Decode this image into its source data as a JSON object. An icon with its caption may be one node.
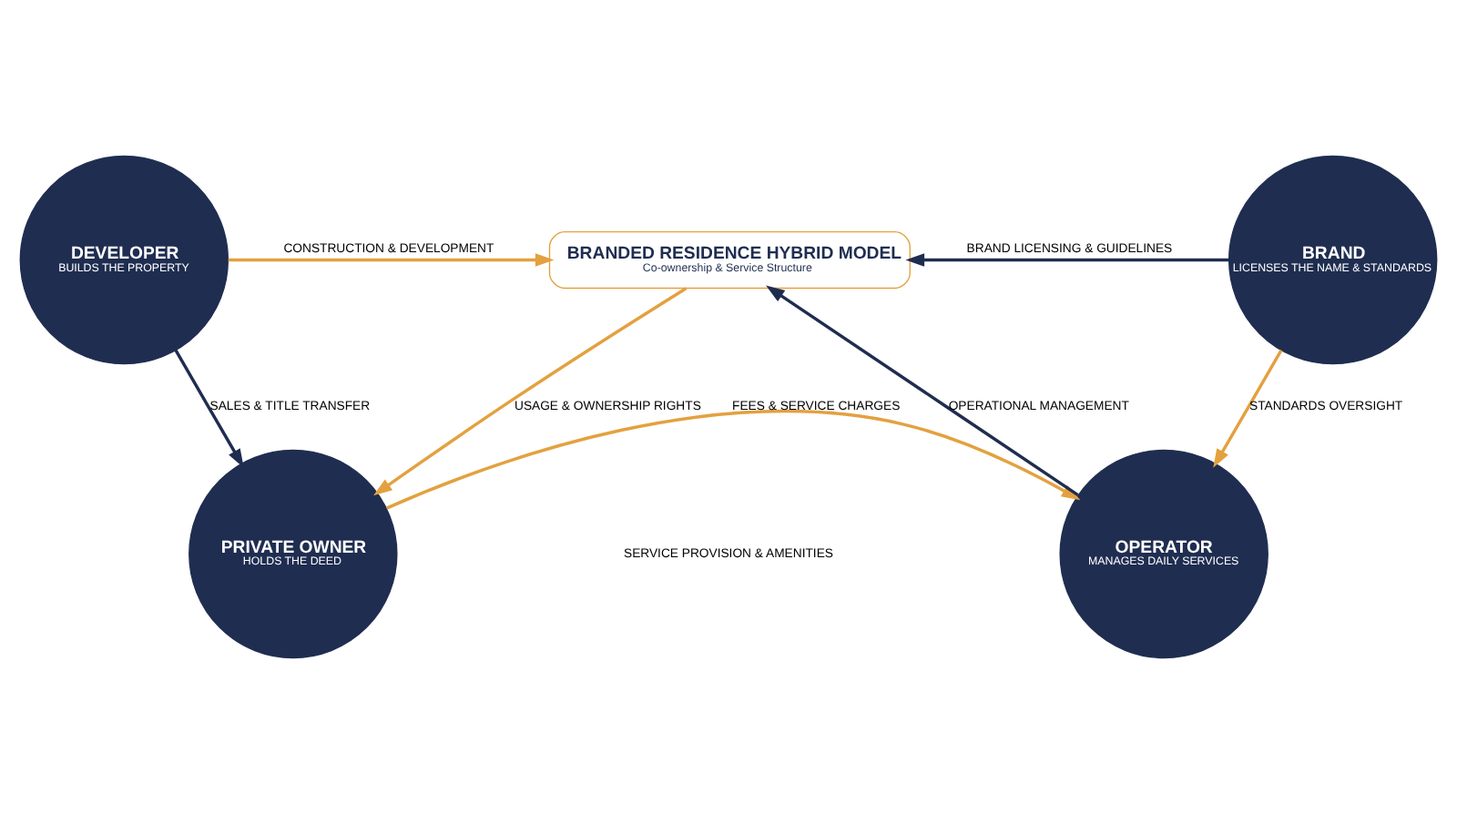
{
  "diagram": {
    "nodes": [
      {
        "text": [
          "DEVELOPER",
          "BUILDS THE PROPERTY"
        ]
      },
      {
        "text": [
          "BRAND",
          "LICENSES THE NAME & STANDARDS"
        ]
      },
      {
        "text": [
          "BRANDED RESIDENCE HYBRID MODEL",
          "Co-ownership & Service Structure"
        ]
      },
      {
        "text": [
          "PRIVATE OWNER",
          "HOLDS THE DEED"
        ]
      },
      {
        "text": [
          "OPERATOR",
          "MANAGES DAILY SERVICES"
        ]
      }
    ],
    "edges": [
      {
        "from": 0,
        "to": 2,
        "arrow": "to",
        "label": "CONSTRUCTION & DEVELOPMENT"
      },
      {
        "from": 1,
        "to": 2,
        "arrow": "to",
        "label": "BRAND LICENSING & GUIDELINES",
        "color": "#1f2d50"
      },
      {
        "from": 0,
        "to": 3,
        "arrow": "to",
        "label": "SALES & TITLE TRANSFER",
        "color": "#1f2d50"
      },
      {
        "from": 1,
        "to": 4,
        "arrow": "to",
        "label": "STANDARDS OVERSIGHT"
      },
      {
        "from": 2,
        "to": 3,
        "arrow": "to",
        "label": "USAGE & OWNERSHIP RIGHTS"
      },
      {
        "from": 4,
        "to": 2,
        "arrow": "to",
        "label": "OPERATIONAL MANAGEMENT",
        "color": "#1f2d50"
      },
      {
        "from": 3,
        "to": 4,
        "arrow": "to",
        "label": "FEES & SERVICE CHARGES"
      }
    ],
    "labels": [
      "SERVICE PROVISION & AMENITIES"
    ]
  }
}
